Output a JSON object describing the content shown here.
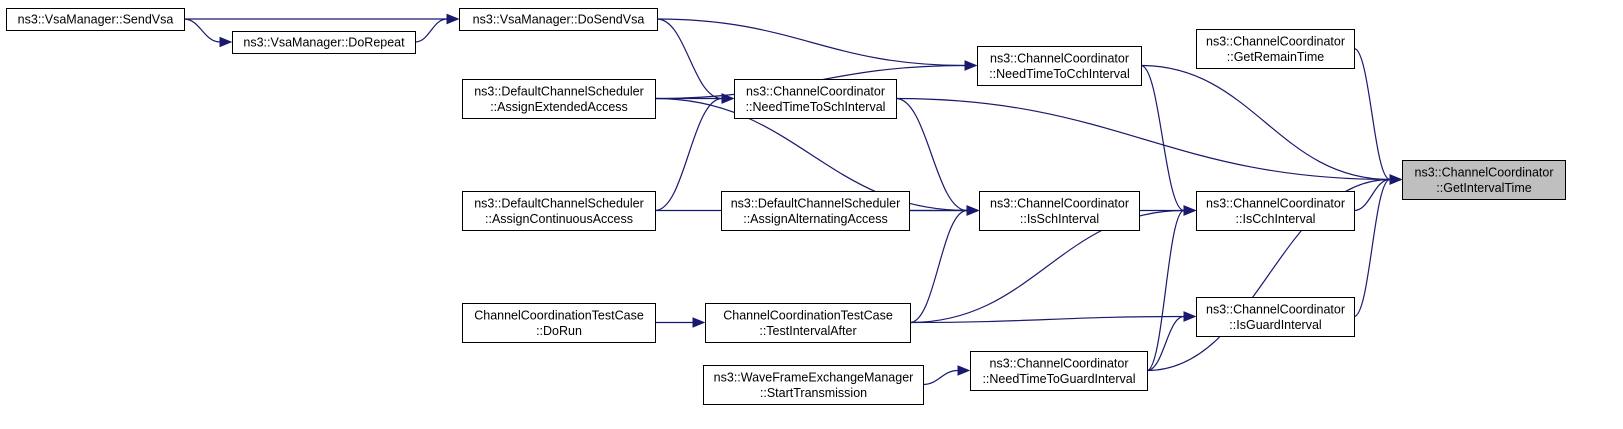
{
  "graph": {
    "colors": {
      "edge": "#191970",
      "node_border": "#000000",
      "highlight_fill": "#bfbfbf",
      "node_fill": "#ffffff"
    },
    "nodes": {
      "send_vsa": {
        "lines": [
          "ns3::VsaManager::SendVsa"
        ]
      },
      "do_repeat": {
        "lines": [
          "ns3::VsaManager::DoRepeat"
        ]
      },
      "do_send_vsa": {
        "lines": [
          "ns3::VsaManager::DoSendVsa"
        ]
      },
      "assign_extended": {
        "lines": [
          "ns3::DefaultChannelScheduler",
          "::AssignExtendedAccess"
        ]
      },
      "assign_continuous": {
        "lines": [
          "ns3::DefaultChannelScheduler",
          "::AssignContinuousAccess"
        ]
      },
      "assign_alternating": {
        "lines": [
          "ns3::DefaultChannelScheduler",
          "::AssignAlternatingAccess"
        ]
      },
      "do_run": {
        "lines": [
          "ChannelCoordinationTestCase",
          "::DoRun"
        ]
      },
      "start_transmission": {
        "lines": [
          "ns3::WaveFrameExchangeManager",
          "::StartTransmission"
        ]
      },
      "need_sch": {
        "lines": [
          "ns3::ChannelCoordinator",
          "::NeedTimeToSchInterval"
        ]
      },
      "is_sch": {
        "lines": [
          "ns3::ChannelCoordinator",
          "::IsSchInterval"
        ]
      },
      "test_interval_after": {
        "lines": [
          "ChannelCoordinationTestCase",
          "::TestIntervalAfter"
        ]
      },
      "need_cch": {
        "lines": [
          "ns3::ChannelCoordinator",
          "::NeedTimeToCchInterval"
        ]
      },
      "need_guard": {
        "lines": [
          "ns3::ChannelCoordinator",
          "::NeedTimeToGuardInterval"
        ]
      },
      "get_remain": {
        "lines": [
          "ns3::ChannelCoordinator",
          "::GetRemainTime"
        ]
      },
      "is_cch": {
        "lines": [
          "ns3::ChannelCoordinator",
          "::IsCchInterval"
        ]
      },
      "is_guard": {
        "lines": [
          "ns3::ChannelCoordinator",
          "::IsGuardInterval"
        ]
      },
      "get_interval": {
        "lines": [
          "ns3::ChannelCoordinator",
          "::GetIntervalTime"
        ],
        "highlight": true
      }
    },
    "edges": [
      [
        "send_vsa",
        "do_send_vsa"
      ],
      [
        "send_vsa",
        "do_repeat"
      ],
      [
        "do_repeat",
        "do_send_vsa"
      ],
      [
        "do_send_vsa",
        "need_cch"
      ],
      [
        "do_send_vsa",
        "need_sch"
      ],
      [
        "assign_extended",
        "need_cch"
      ],
      [
        "assign_extended",
        "need_sch"
      ],
      [
        "assign_extended",
        "is_sch"
      ],
      [
        "assign_continuous",
        "need_sch"
      ],
      [
        "assign_continuous",
        "is_sch"
      ],
      [
        "assign_alternating",
        "is_sch"
      ],
      [
        "do_run",
        "test_interval_after"
      ],
      [
        "start_transmission",
        "need_guard"
      ],
      [
        "need_sch",
        "is_sch"
      ],
      [
        "need_sch",
        "get_interval"
      ],
      [
        "test_interval_after",
        "is_sch"
      ],
      [
        "test_interval_after",
        "is_cch"
      ],
      [
        "test_interval_after",
        "is_guard"
      ],
      [
        "need_cch",
        "is_cch"
      ],
      [
        "need_cch",
        "get_interval"
      ],
      [
        "is_sch",
        "is_cch"
      ],
      [
        "need_guard",
        "is_cch"
      ],
      [
        "need_guard",
        "is_guard"
      ],
      [
        "need_guard",
        "get_interval"
      ],
      [
        "get_remain",
        "get_interval"
      ],
      [
        "is_cch",
        "get_interval"
      ],
      [
        "is_guard",
        "get_interval"
      ]
    ]
  }
}
